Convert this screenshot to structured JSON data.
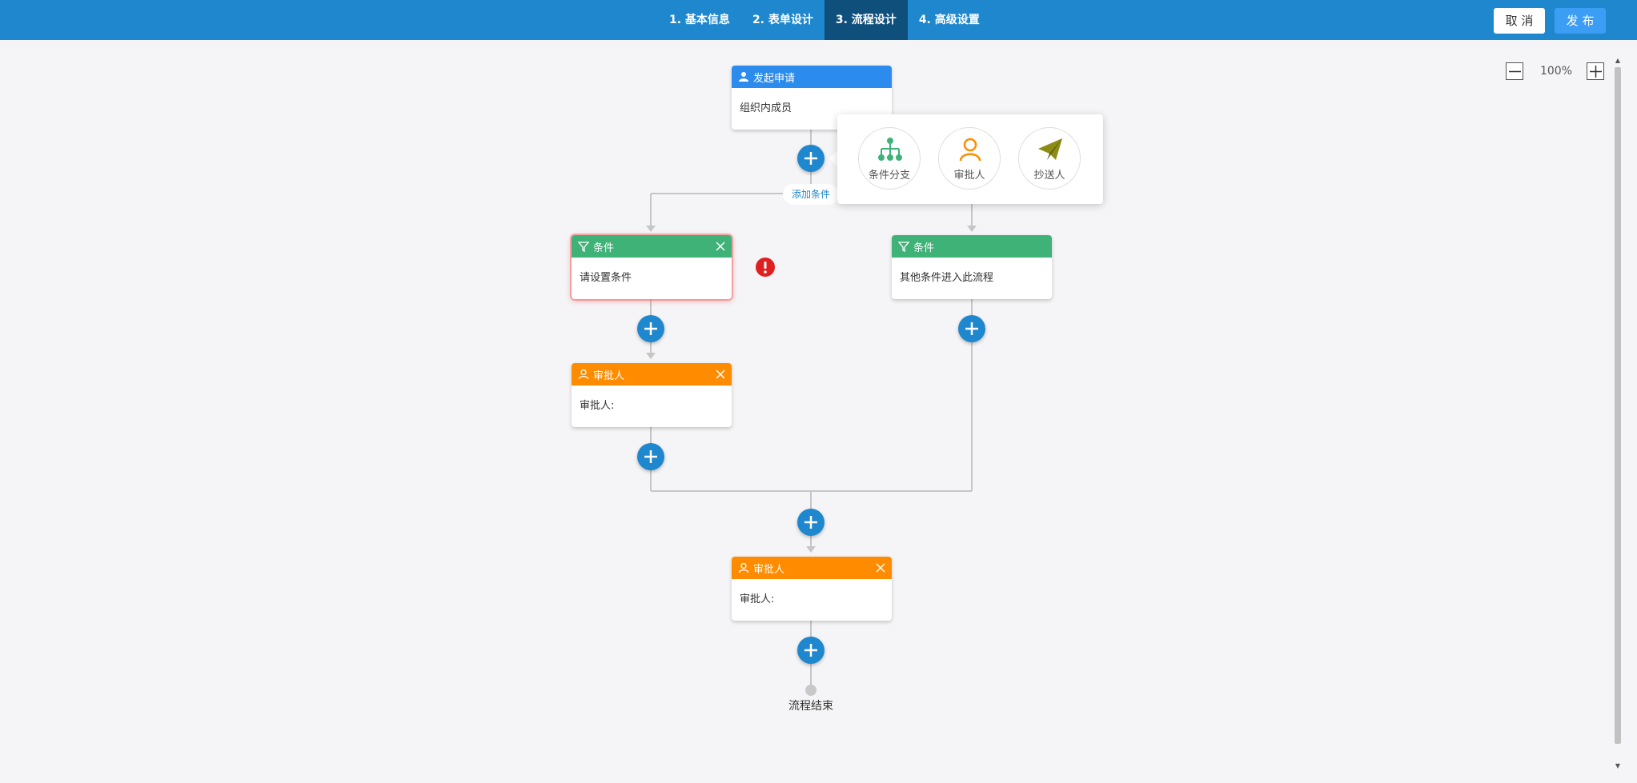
{
  "header": {
    "steps": [
      "1. 基本信息",
      "2. 表单设计",
      "3. 流程设计",
      "4. 高级设置"
    ],
    "active_step": "3. 流程设计",
    "cancel_label": "取 消",
    "publish_label": "发 布"
  },
  "zoom": {
    "level": "100%"
  },
  "colors": {
    "topbar": "#1f87ce",
    "active_tab": "#0f4f7c",
    "start_node": "#2b8cee",
    "condition_node": "#3fb278",
    "approver_node": "#ff8c00",
    "add_button": "#1f87ce",
    "error": "#e02020"
  },
  "start_node": {
    "title": "发起申请",
    "content": "组织内成员",
    "icon": "user-icon"
  },
  "add_condition_label": "添加条件",
  "popup": {
    "items": [
      {
        "label": "条件分支",
        "icon": "branch-icon"
      },
      {
        "label": "审批人",
        "icon": "approver-icon"
      },
      {
        "label": "抄送人",
        "icon": "paper-plane-icon"
      }
    ]
  },
  "branches": [
    {
      "condition": {
        "title": "条件",
        "content": "请设置条件",
        "icon": "filter-icon",
        "error": true
      },
      "approver": {
        "title": "审批人",
        "content": "审批人:",
        "icon": "user-outline-icon"
      }
    },
    {
      "condition": {
        "title": "条件",
        "content": "其他条件进入此流程",
        "icon": "filter-icon"
      }
    }
  ],
  "final_approver": {
    "title": "审批人",
    "content": "审批人:",
    "icon": "user-outline-icon"
  },
  "end_label": "流程结束"
}
